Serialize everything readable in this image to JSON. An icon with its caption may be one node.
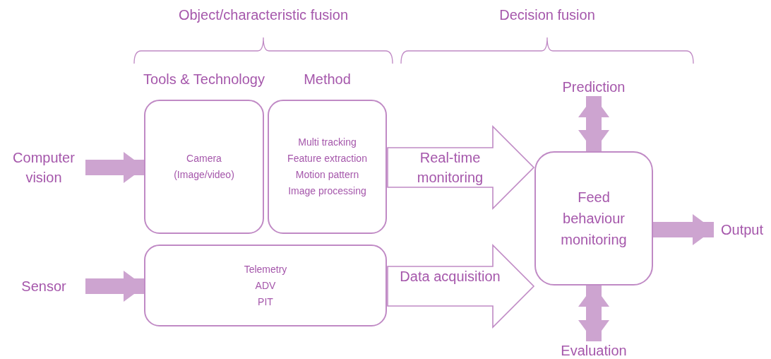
{
  "diagram": {
    "nodes": [
      {
        "text": [
          "Computer vision"
        ]
      },
      {
        "text": [
          "Sensor"
        ]
      },
      {
        "text": [
          "Tools & Technology",
          "Camera (Image/video)"
        ]
      },
      {
        "text": [
          "Method",
          "Multi tracking",
          "Feature extraction",
          "Motion pattern",
          "Image processing"
        ]
      },
      {
        "text": [
          "Telemetry",
          "ADV",
          "PIT"
        ]
      },
      {
        "text": [
          "Feed behaviour monitoring"
        ]
      },
      {
        "text": [
          "Prediction"
        ]
      },
      {
        "text": [
          "Evaluation"
        ]
      },
      {
        "text": [
          "Output"
        ]
      }
    ],
    "edges": [
      {
        "from": 0,
        "to": 2,
        "arrow": "to"
      },
      {
        "from": 1,
        "to": 4,
        "arrow": "to"
      },
      {
        "from": 3,
        "to": 5,
        "arrow": "to",
        "label": "Real-time monitoring"
      },
      {
        "from": 4,
        "to": 5,
        "arrow": "to",
        "label": "Data acquisition"
      },
      {
        "from": 5,
        "to": 6,
        "arrow": "both"
      },
      {
        "from": 5,
        "to": 7,
        "arrow": "both"
      },
      {
        "from": 5,
        "to": 8,
        "arrow": "to"
      }
    ],
    "labels": [
      "Object/characteristic fusion",
      "Decision fusion"
    ]
  }
}
